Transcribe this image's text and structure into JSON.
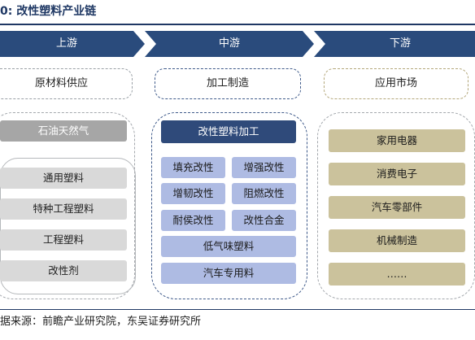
{
  "title": "0: 改性塑料产业链",
  "stages": [
    "上游",
    "中游",
    "下游"
  ],
  "upstream": {
    "category": "原材料供应",
    "header": "石油天然气",
    "items": [
      "通用塑料",
      "特种工程塑料",
      "工程塑料",
      "改性剂"
    ]
  },
  "midstream": {
    "category": "加工制造",
    "header": "改性塑料加工",
    "grid": [
      "填充改性",
      "增强改性",
      "增韧改性",
      "阻燃改性",
      "耐侯改性",
      "改性合金"
    ],
    "wide": [
      "低气味塑料",
      "汽车专用料"
    ]
  },
  "downstream": {
    "category": "应用市场",
    "items": [
      "家用电器",
      "消费电子",
      "汽车零部件",
      "机械制造",
      "……"
    ]
  },
  "source": "据来源：前瞻产业研究院，东吴证券研究所",
  "colors": {
    "navy": "#1f3864",
    "chevron": "#2a4b7c",
    "mid_header": "#2f4a7a",
    "mid_item": "#aebbe3",
    "down_item": "#cbc29c",
    "up_header": "#a6a6a6",
    "up_item": "#d9d9d9"
  }
}
